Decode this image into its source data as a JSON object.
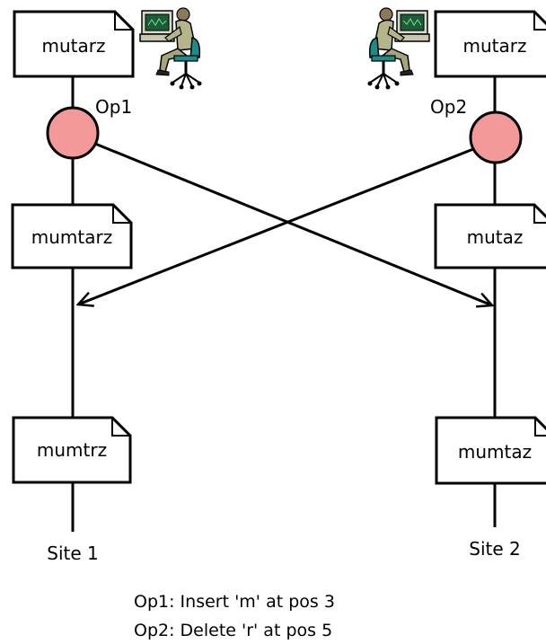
{
  "site1": {
    "label": "Site 1",
    "op_label": "Op1",
    "docs": [
      "mutarz",
      "mumtarz",
      "mumtrz"
    ]
  },
  "site2": {
    "label": "Site 2",
    "op_label": "Op2",
    "docs": [
      "mutarz",
      "mutaz",
      "mumtaz"
    ]
  },
  "legend": {
    "op1": "Op1: Insert 'm' at pos 3",
    "op2": "Op2: Delete 'r' at pos 5"
  },
  "colors": {
    "operation_node": "#f4999a",
    "line": "#000000",
    "doc_fill": "#ffffff",
    "monitor_screen": "#1d5c3a",
    "chair": "#1f8a8a",
    "person": "#b5b58c"
  },
  "icons": {
    "user_left": "computer-user-icon",
    "user_right": "computer-user-icon"
  }
}
